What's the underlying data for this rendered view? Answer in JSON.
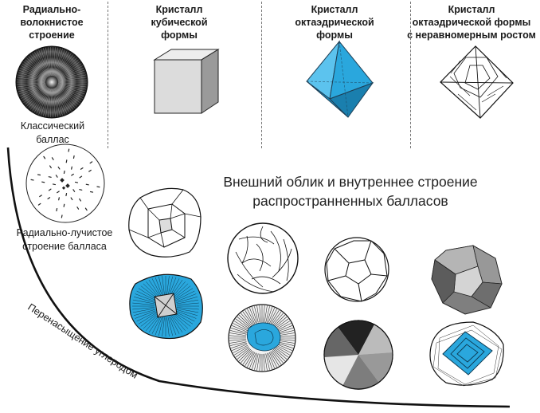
{
  "columns": [
    {
      "title": "Радиально-\nволокнистое\nстроение"
    },
    {
      "title": "Кристалл\nкубической\nформы"
    },
    {
      "title": "Кристалл\nоктаэдрической\nформы"
    },
    {
      "title": "Кристалл\nоктаэдрической формы\nс неравномерным ростом"
    }
  ],
  "captions": {
    "classic": "Классический\nбаллас",
    "radial": "Радиально-лучистое\nстроение балласа"
  },
  "main_title": "Внешний облик и внутреннее строение\nраспространненных балласов",
  "axis_label": "Перенасыщение углеродом",
  "colors": {
    "blue": "#2aa7dd",
    "line": "#1a1a1a",
    "grey": "#d8d8d8"
  }
}
